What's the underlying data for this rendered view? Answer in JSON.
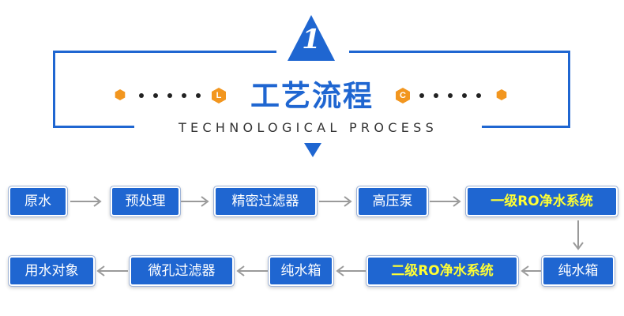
{
  "header": {
    "step_number": "1",
    "title": "工艺流程",
    "subtitle": "TECHNOLOGICAL PROCESS",
    "left_badge": "L",
    "right_badge": "C"
  },
  "flow": {
    "row1": [
      "原水",
      "预处理",
      "精密过滤器",
      "高压泵",
      "一级RO净水系统"
    ],
    "row2": [
      "用水对象",
      "微孔过滤器",
      "纯水箱",
      "二级RO净水系统",
      "纯水箱"
    ]
  },
  "colors": {
    "primary_blue": "#1f66d1",
    "accent_orange": "#f2961f",
    "highlight_yellow": "#ffff33",
    "arrow_gray": "#9a9a9a"
  }
}
